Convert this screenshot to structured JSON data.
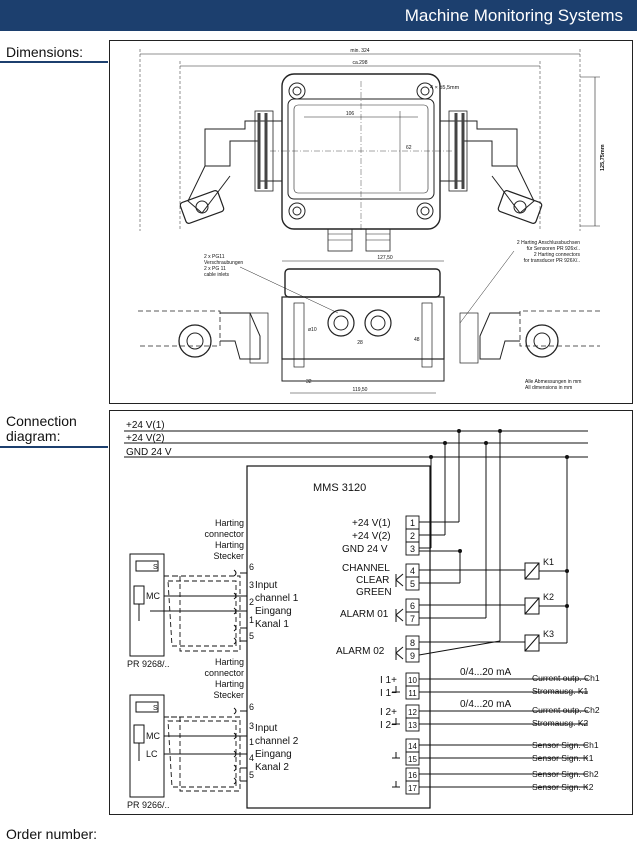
{
  "header": {
    "title": "Machine Monitoring Systems",
    "bar_color": "#1c3f6e"
  },
  "sections": {
    "dimensions": "Dimensions:",
    "connection_line1": "Connection",
    "connection_line2": "diagram:",
    "footer_partial": "Order number:"
  },
  "dimensions_drawing": {
    "dim_min324": "min. 324",
    "dim_ca298": "ca.298",
    "dim_106": "106",
    "dim_62": "62",
    "dim_height": "125,75mm",
    "hole_label": "4 × ö5,5mm",
    "pg_note": [
      "2 x PG11",
      "Verschraubungen",
      "2 x PG 11",
      "cable inlets"
    ],
    "harting_note": [
      "2 Harting Anschlussbuchsen",
      "für Sensoren PR 926x/..",
      "2 Harting connectors",
      "for transducer PR 926X/.."
    ],
    "dim_127": "127,50",
    "dim_119": "119,50",
    "dim_10": "ø10",
    "dim_28": "28",
    "dim_48": "48",
    "dim_32": "32",
    "all_dims_note": [
      "Alle Abmessungen in mm",
      "All dimensions in mm"
    ]
  },
  "connection": {
    "rails": [
      "+24  V(1)",
      "+24  V(2)",
      "GND  24  V"
    ],
    "device": "MMS 3120",
    "harting1": [
      "Harting",
      "connector",
      "Harting",
      "Stecker"
    ],
    "harting2": [
      "Harting",
      "connector",
      "Harting",
      "Stecker"
    ],
    "input1": [
      "Input",
      "channel  1",
      "Eingang",
      "Kanal  1"
    ],
    "input2": [
      "Input",
      "channel  2",
      "Eingang",
      "Kanal  2"
    ],
    "sensor1": {
      "label": "PR 9268/..",
      "mc": "MC",
      "s": "S"
    },
    "sensor2": {
      "label": "PR 9266/..",
      "mc": "MC",
      "lc": "LC",
      "s": "S"
    },
    "conn_pins1": [
      "6",
      "3",
      "2",
      "1",
      "5"
    ],
    "conn_pins2": [
      "6",
      "3",
      "1",
      "4",
      "5"
    ],
    "terminal_left": [
      "+24  V(1)",
      "+24  V(2)",
      "GND  24  V",
      "CHANNEL",
      "CLEAR",
      "GREEN",
      "ALARM  01",
      "ALARM  02",
      "I 1+",
      "I 1−",
      "I 2+",
      "I 2−"
    ],
    "terminals": [
      "1",
      "2",
      "3",
      "4",
      "5",
      "6",
      "7",
      "8",
      "9",
      "10",
      "11",
      "12",
      "13",
      "14",
      "15",
      "16",
      "17"
    ],
    "relays": [
      "K1",
      "K2",
      "K3"
    ],
    "current_range": [
      "0/4...20  mA",
      "0/4...20  mA"
    ],
    "outputs": [
      "Current outp. Ch1",
      "Stromausg. K1",
      "Current outp. Ch2",
      "Stromausg. K2",
      "Sensor Sign. Ch1",
      "Sensor Sign. K1",
      "Sensor Sign. Ch2",
      "Sensor Sign. K2"
    ]
  }
}
